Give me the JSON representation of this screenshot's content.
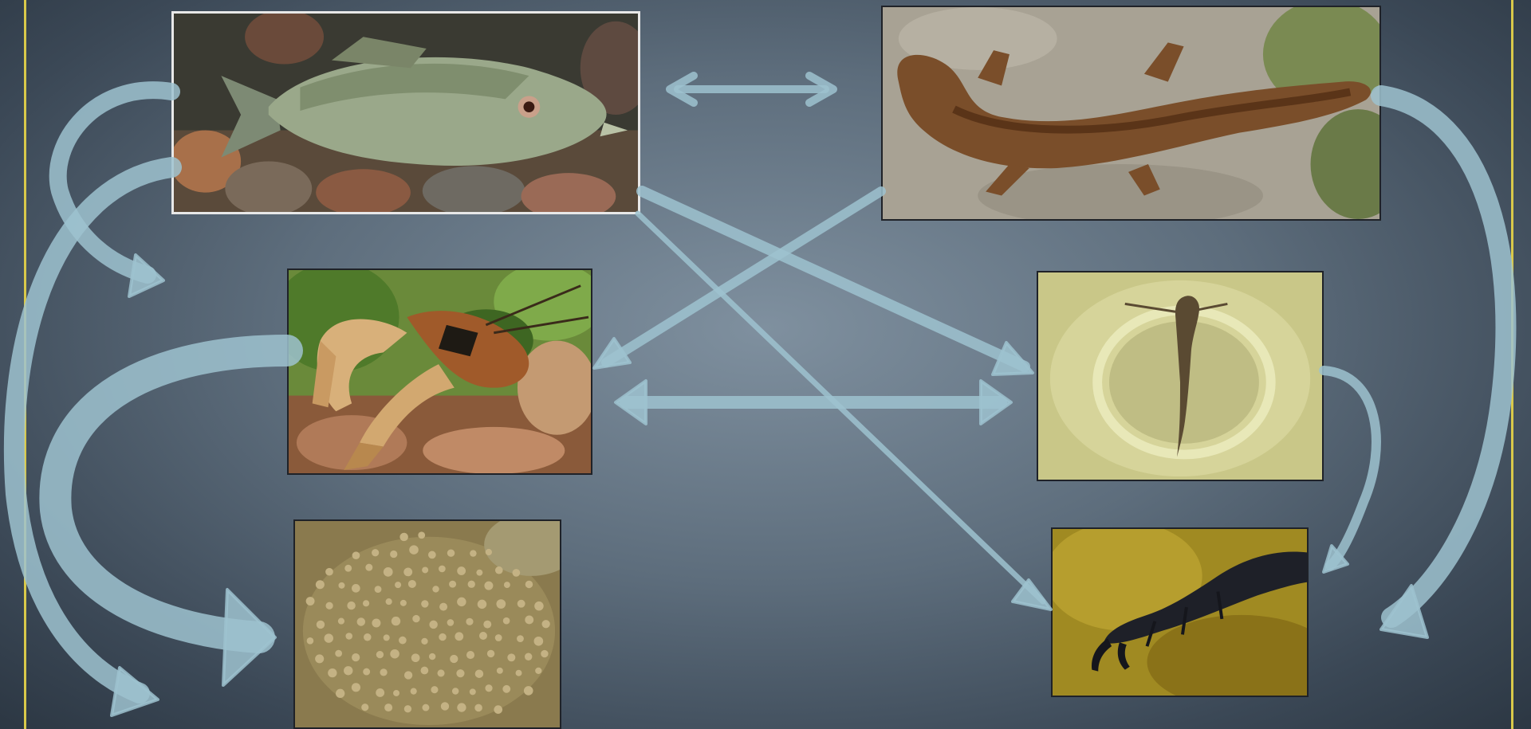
{
  "diagram": {
    "organisms": [
      {
        "id": "bass",
        "icon": "smallmouth-bass-photo"
      },
      {
        "id": "hellbender",
        "icon": "hellbender-salamander-photo"
      },
      {
        "id": "crayfish",
        "icon": "crayfish-photo"
      },
      {
        "id": "larva",
        "icon": "salamander-larva-photo"
      },
      {
        "id": "eggs",
        "icon": "egg-cluster-photo"
      },
      {
        "id": "dobsonfly",
        "icon": "dobsonfly-larva-photo"
      }
    ],
    "colors": {
      "arrow": "#9ec2cf",
      "frame": "#d9c94a",
      "background_center": "#7f909f",
      "background_edge": "#2c3743"
    }
  }
}
